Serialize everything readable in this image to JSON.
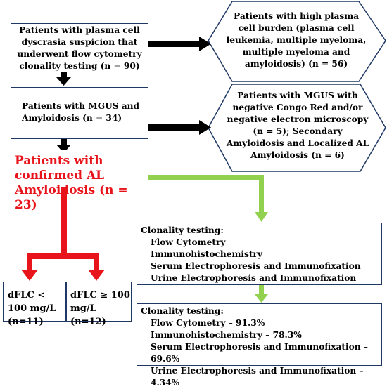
{
  "boxes": {
    "start": "Patients with plasma cell dyscrasia suspicion that underwent flow cytometry clonality testing (n = 90)",
    "high_burden": "Patients with high plasma cell burden (plasma cell leukemia, multiple myeloma, multiple myeloma and amyloidosis) (n = 56)",
    "mgus": "Patients with MGUS and Amyloidosis (n = 34)",
    "excluded": "Patients with MGUS with negative Congo Red and/or negative electron microscopy (n = 5); Secondary Amyloidosis and Localized AL Amyloidosis (n = 6)",
    "confirmed": "Patients with confirmed AL Amyloidosis (n = 23)",
    "dflc_low": "dFLC < 100 mg/L (n=11)",
    "dflc_high": "dFLC ≥ 100 mg/L (n=12)"
  },
  "clonality_methods": {
    "title": "Clonality testing:",
    "items": [
      "Flow Cytometry",
      "Immunohistochemistry",
      "Serum Electrophoresis and Immunofixation",
      "Urine Electrophoresis and Immunofixation"
    ]
  },
  "clonality_results": {
    "title": "Clonality testing:",
    "items": [
      "Flow Cytometry – 91.3%",
      "Immunohistochemistry – 78.3%",
      "Serum Electrophoresis and Immunofixation – 69.6%",
      "Urine Electrophoresis and Immunofixation – 4.34%"
    ]
  },
  "colors": {
    "box_border": "#1f3864",
    "black_arrow": "#000000",
    "red_arrow": "#e8141b",
    "green_arrow": "#92d050",
    "highlight_text": "#e8141b"
  }
}
